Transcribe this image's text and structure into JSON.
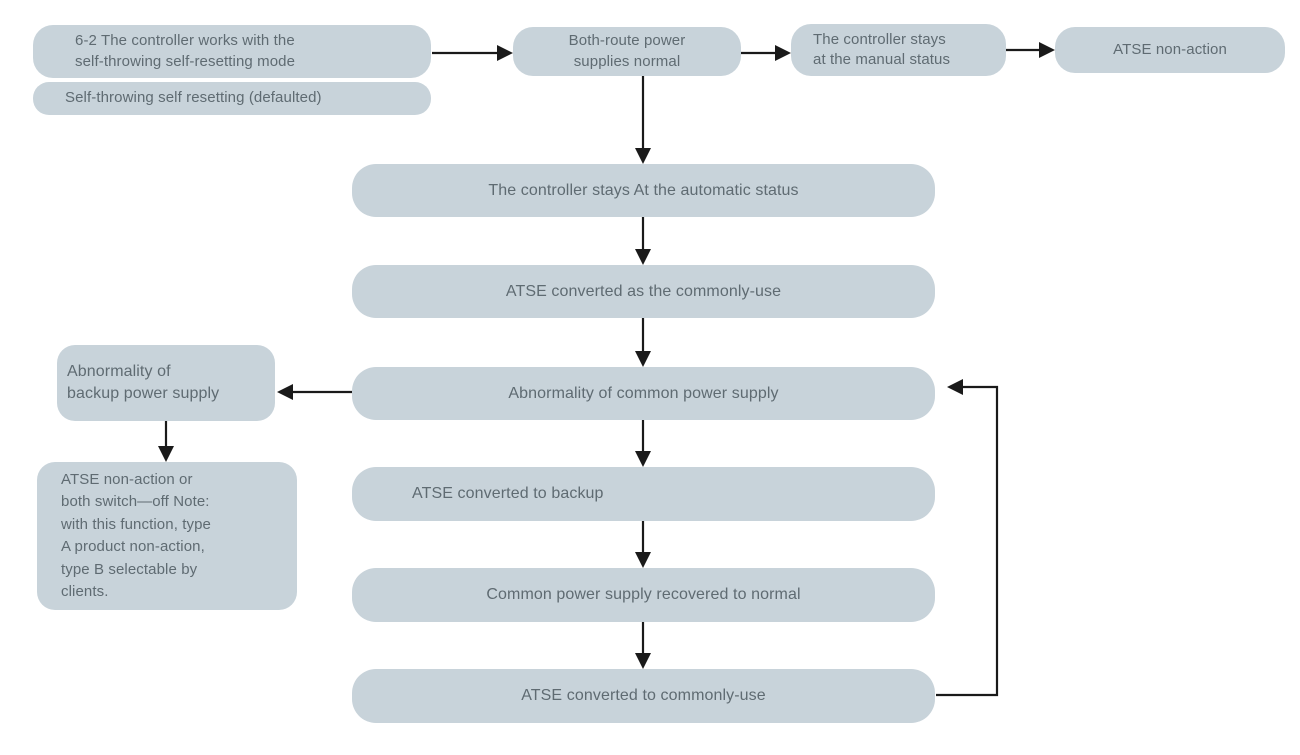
{
  "diagram": {
    "title": "6-2 The controller works with the self-throwing self-resetting mode",
    "node_fill": "#c8d3da",
    "text_color": "#5f6b72",
    "arrow_color": "#1a1a1a",
    "nodes": [
      {
        "id": "n1",
        "label": "6-2 The controller works with the\nself-throwing self-resetting mode"
      },
      {
        "id": "n2",
        "label": "Self-throwing self resetting (defaulted)"
      },
      {
        "id": "n3",
        "label": "Both-route power\nsupplies normal"
      },
      {
        "id": "n4",
        "label": "The controller stays\nat the manual status"
      },
      {
        "id": "n5",
        "label": "ATSE non-action"
      },
      {
        "id": "n6",
        "label": "The controller stays At the automatic status"
      },
      {
        "id": "n7",
        "label": "ATSE converted as the commonly-use"
      },
      {
        "id": "n8",
        "label": "Abnormality of\nbackup power supply"
      },
      {
        "id": "n9",
        "label": "Abnormality of common power supply"
      },
      {
        "id": "n10",
        "label": "ATSE non-action or\nboth switch—off Note:\nwith this function, type\nA product non-action,\ntype B selectable by\nclients."
      },
      {
        "id": "n11",
        "label": "ATSE converted to backup"
      },
      {
        "id": "n12",
        "label": "Common power supply recovered to normal"
      },
      {
        "id": "n13",
        "label": "ATSE converted to commonly-use"
      }
    ],
    "edges": [
      {
        "from": "n1",
        "to": "n3",
        "direction": "right"
      },
      {
        "from": "n3",
        "to": "n4",
        "direction": "right"
      },
      {
        "from": "n4",
        "to": "n5",
        "direction": "right"
      },
      {
        "from": "n3",
        "to": "n6",
        "direction": "down"
      },
      {
        "from": "n6",
        "to": "n7",
        "direction": "down"
      },
      {
        "from": "n7",
        "to": "n9",
        "direction": "down"
      },
      {
        "from": "n9",
        "to": "n8",
        "direction": "left"
      },
      {
        "from": "n8",
        "to": "n10",
        "direction": "down"
      },
      {
        "from": "n9",
        "to": "n11",
        "direction": "down"
      },
      {
        "from": "n11",
        "to": "n12",
        "direction": "down"
      },
      {
        "from": "n12",
        "to": "n13",
        "direction": "down"
      },
      {
        "from": "n13",
        "to": "n9",
        "direction": "feedback-right-up"
      }
    ]
  }
}
